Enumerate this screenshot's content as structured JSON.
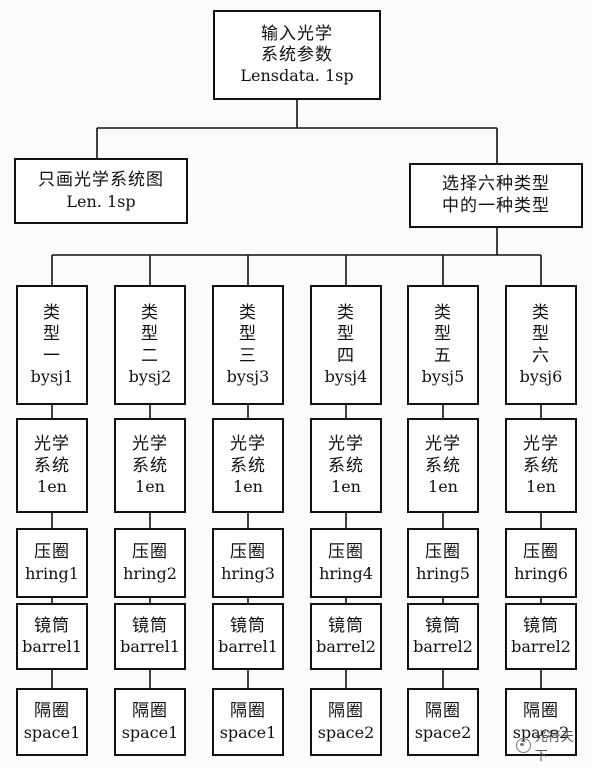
{
  "top": {
    "line1": "输入光学",
    "line2": "系统参数",
    "file": "Lensdata. 1sp"
  },
  "left": {
    "line1": "只画光学系统图",
    "file": "Len. 1sp"
  },
  "right": {
    "line1": "选择六种类型",
    "line2": "中的一种类型"
  },
  "columns": [
    {
      "type_lines": [
        "类",
        "型",
        "一"
      ],
      "type_file": "bysj1",
      "optical": [
        "光学",
        "系统",
        "1en"
      ],
      "hring": [
        "压圈",
        "hring1"
      ],
      "barrel": [
        "镜筒",
        "barrel1"
      ],
      "space": [
        "隔圈",
        "space1"
      ]
    },
    {
      "type_lines": [
        "类",
        "型",
        "二"
      ],
      "type_file": "bysj2",
      "optical": [
        "光学",
        "系统",
        "1en"
      ],
      "hring": [
        "压圈",
        "hring2"
      ],
      "barrel": [
        "镜筒",
        "barrel1"
      ],
      "space": [
        "隔圈",
        "space1"
      ]
    },
    {
      "type_lines": [
        "类",
        "型",
        "三"
      ],
      "type_file": "bysj3",
      "optical": [
        "光学",
        "系统",
        "1en"
      ],
      "hring": [
        "压圈",
        "hring3"
      ],
      "barrel": [
        "镜筒",
        "barrel1"
      ],
      "space": [
        "隔圈",
        "space1"
      ]
    },
    {
      "type_lines": [
        "类",
        "型",
        "四"
      ],
      "type_file": "bysj4",
      "optical": [
        "光学",
        "系统",
        "1en"
      ],
      "hring": [
        "压圈",
        "hring4"
      ],
      "barrel": [
        "镜筒",
        "barrel2"
      ],
      "space": [
        "隔圈",
        "space2"
      ]
    },
    {
      "type_lines": [
        "类",
        "型",
        "五"
      ],
      "type_file": "bysj5",
      "optical": [
        "光学",
        "系统",
        "1en"
      ],
      "hring": [
        "压圈",
        "hring5"
      ],
      "barrel": [
        "镜筒",
        "barrel2"
      ],
      "space": [
        "隔圈",
        "space2"
      ]
    },
    {
      "type_lines": [
        "类",
        "型",
        "六"
      ],
      "type_file": "bysj6",
      "optical": [
        "光学",
        "系统",
        "1en"
      ],
      "hring": [
        "压圈",
        "hring6"
      ],
      "barrel": [
        "镜筒",
        "barrel2"
      ],
      "space": [
        "隔圈",
        "space2"
      ]
    }
  ],
  "watermark": "光行天下"
}
